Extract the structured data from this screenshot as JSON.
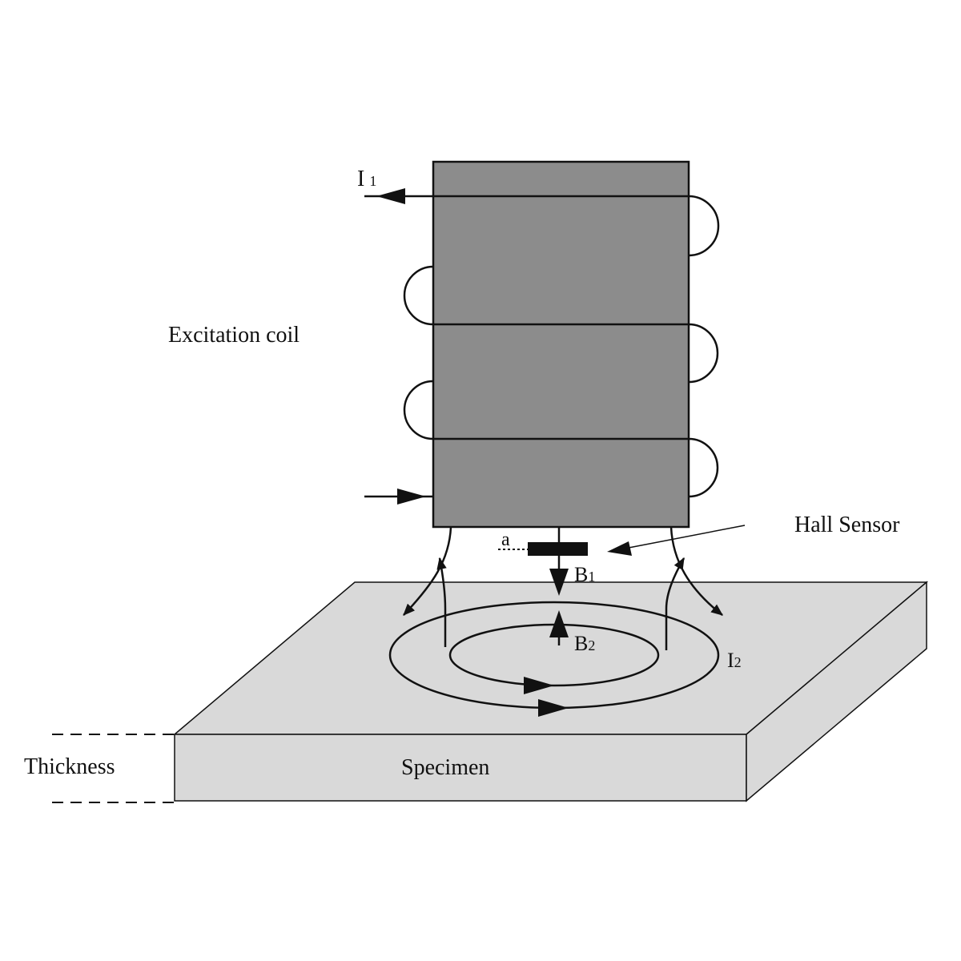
{
  "labels": {
    "i1_main": "I",
    "i1_sub": "1",
    "excitation_coil": "Excitation coil",
    "hall_sensor": "Hall Sensor",
    "a": "a",
    "b1_main": "B",
    "b1_sub": "1",
    "b2_main": "B",
    "b2_sub": "2",
    "i2_main": "I",
    "i2_sub": "2",
    "thickness": "Thickness",
    "specimen": "Specimen"
  },
  "colors": {
    "coil_fill": "#8c8c8c",
    "specimen_fill": "#d9d9d9",
    "stroke": "#111111"
  }
}
